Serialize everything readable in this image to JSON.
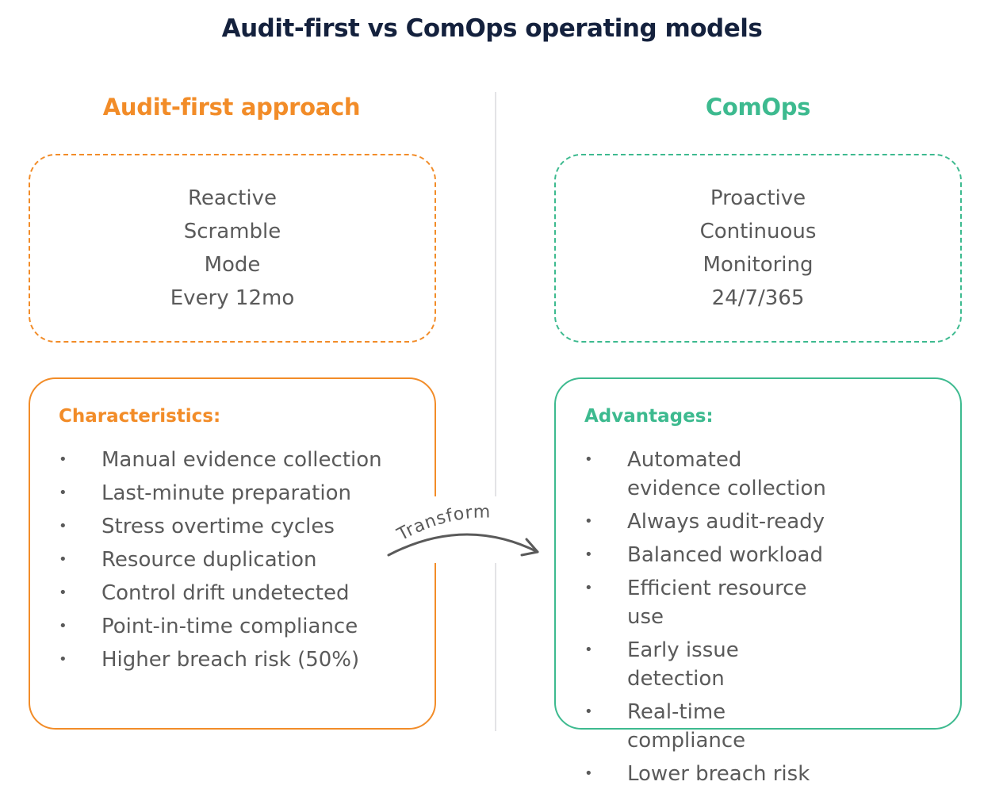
{
  "title": "Audit-first vs ComOps operating models",
  "left": {
    "heading": "Audit-first approach",
    "summary": [
      "Reactive",
      "Scramble",
      "Mode",
      "Every 12mo"
    ],
    "list_heading": "Characteristics:",
    "items": [
      "Manual evidence collection",
      "Last-minute preparation",
      "Stress overtime cycles",
      "Resource duplication",
      "Control drift undetected",
      "Point-in-time compliance",
      "Higher breach risk (50%)"
    ]
  },
  "right": {
    "heading": "ComOps",
    "summary": [
      "Proactive",
      "Continuous",
      "Monitoring",
      "24/7/365"
    ],
    "list_heading": "Advantages:",
    "items": [
      "Automated evidence collection",
      "Always audit-ready",
      "Balanced workload",
      "Efficient resource use",
      "Early issue detection",
      "Real-time compliance",
      "Lower breach risk"
    ]
  },
  "connector": {
    "label": "Transform"
  },
  "bullet": "•",
  "colors": {
    "audit": "#f28c28",
    "comops": "#3dba8f",
    "title": "#14213d",
    "text": "#5a5a5a"
  }
}
